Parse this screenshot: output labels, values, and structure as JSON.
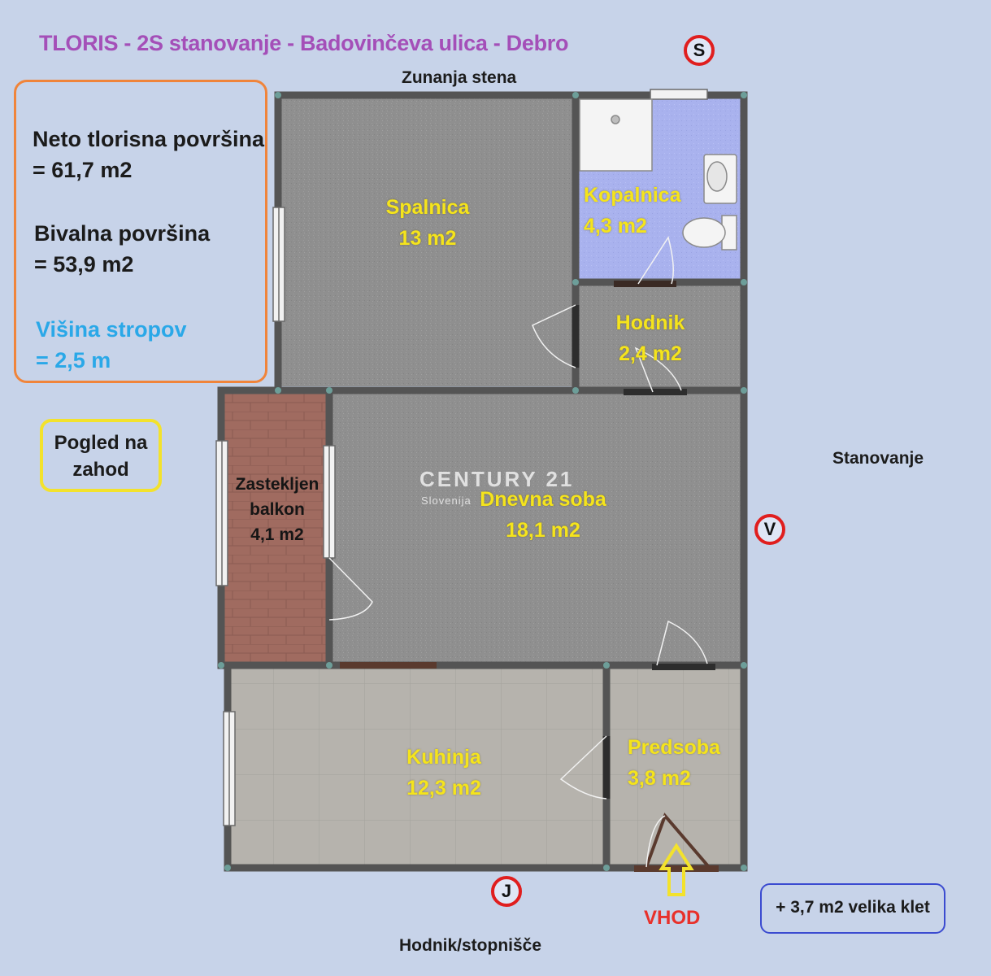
{
  "header": {
    "title": "TLORIS - 2S stanovanje - Badovinčeva ulica - Debro"
  },
  "labels": {
    "outer_wall": "Zunanja stena",
    "neighbor": "Stanovanje",
    "corridor": "Hodnik/stopnišče",
    "entrance": "VHOD"
  },
  "info": {
    "net_label": "Neto tlorisna površina",
    "net_value": "= 61,7 m2",
    "living_label": "Bivalna površina",
    "living_value": "= 53,9 m2",
    "ceiling_label": "Višina stropov",
    "ceiling_value": "= 2,5 m"
  },
  "view": {
    "line1": "Pogled na",
    "line2": "zahod"
  },
  "cellar": {
    "text": "+ 3,7 m2 velika klet"
  },
  "compass": {
    "north": "S",
    "east": "V",
    "south": "J"
  },
  "watermark": {
    "brand": "CENTURY 21",
    "sub": "Slovenija"
  },
  "rooms": {
    "bedroom": {
      "name": "Spalnica",
      "area": "13 m2"
    },
    "bathroom": {
      "name": "Kopalnica",
      "area": "4,3 m2"
    },
    "hallway": {
      "name": "Hodnik",
      "area": "2,4 m2"
    },
    "balcony": {
      "line1": "Zastekljen",
      "line2": "balkon",
      "area": "4,1 m2"
    },
    "living": {
      "name": "Dnevna soba",
      "area": "18,1 m2"
    },
    "kitchen": {
      "name": "Kuhinja",
      "area": "12,3 m2"
    },
    "entry": {
      "name": "Predsoba",
      "area": "3,8 m2"
    }
  },
  "colors": {
    "title": "#a44fb8",
    "info_border": "#f0843a",
    "view_border": "#f3e22c",
    "cellar_border": "#3b4bd0",
    "compass_ring": "#e01e1e",
    "room_label": "#f5e41c",
    "entrance": "#e8302a"
  }
}
